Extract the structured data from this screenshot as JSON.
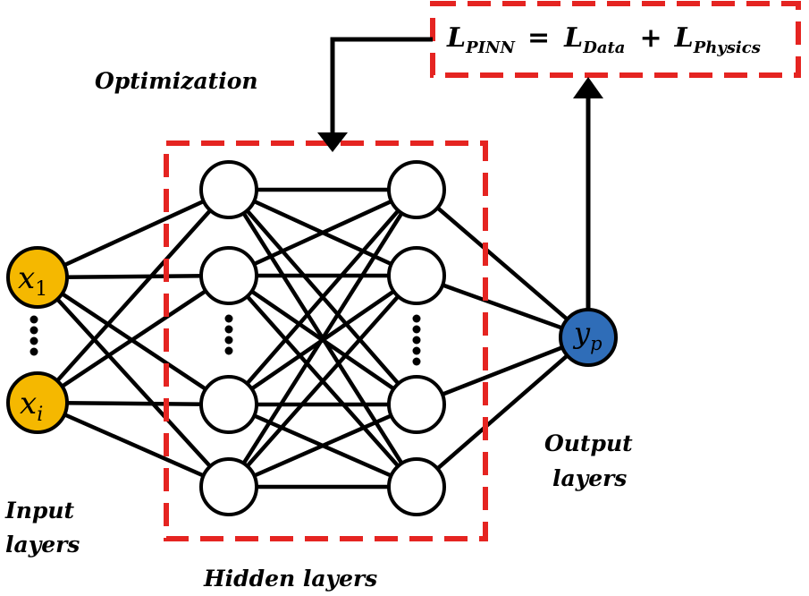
{
  "labels": {
    "optimization": "Optimization",
    "input_line1": "Input",
    "input_line2": "layers",
    "hidden": "Hidden layers",
    "output_line1": "Output",
    "output_line2": "layers"
  },
  "equation": {
    "lhs_symbol": "L",
    "lhs_sub": "PINN",
    "equals": "=",
    "term1_symbol": "L",
    "term1_sub": "Data",
    "plus": "+",
    "term2_symbol": "L",
    "term2_sub": "Physics"
  },
  "nodes": {
    "input1_symbol": "x",
    "input1_sub": "1",
    "input2_symbol": "x",
    "input2_sub": "i",
    "output_symbol": "y",
    "output_sub": "p"
  },
  "colors": {
    "input_node": "#F5B800",
    "output_node": "#2F6DB8",
    "dashed_box": "#E52421",
    "line": "#000000"
  }
}
